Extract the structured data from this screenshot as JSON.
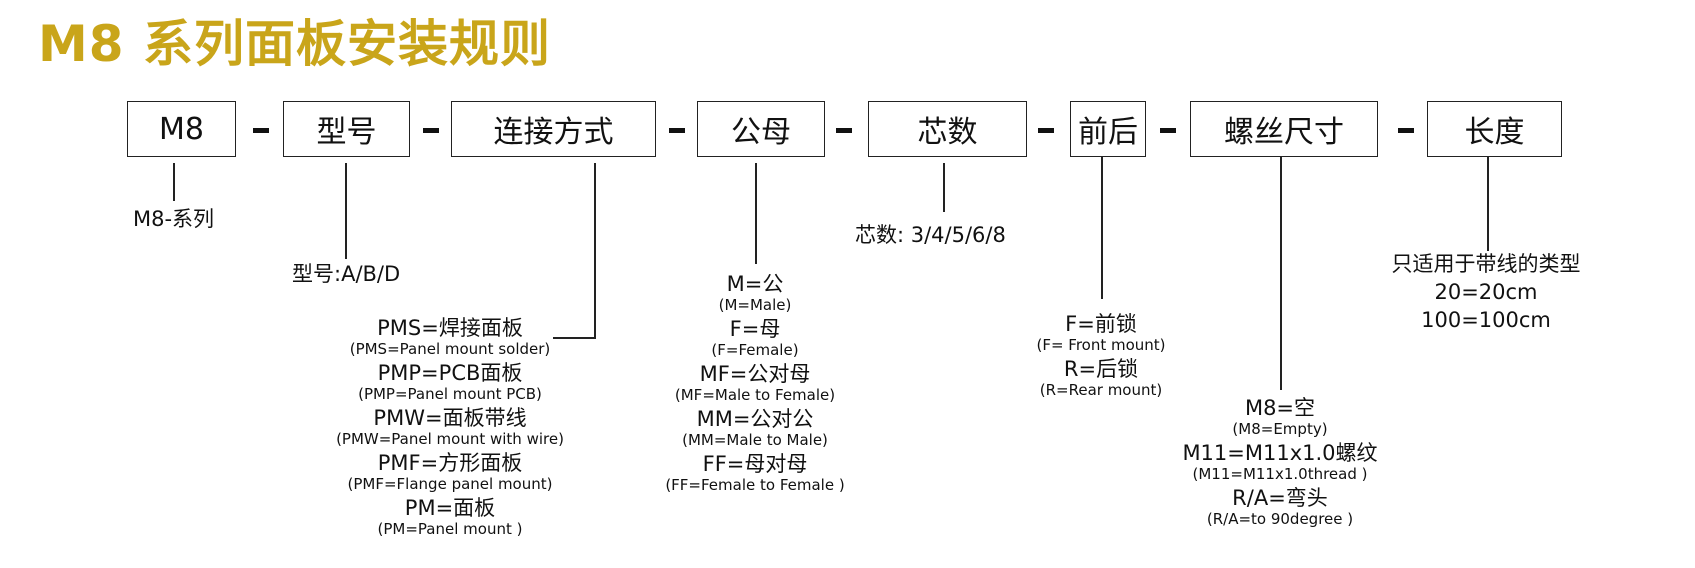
{
  "title": "M8 系列面板安装规则",
  "boxes": [
    "M8",
    "型号",
    "连接方式",
    "公母",
    "芯数",
    "前后",
    "螺丝尺寸",
    "长度"
  ],
  "dash": "-",
  "series_note": "M8-系列",
  "model_note": "型号:A/B/D",
  "core_note": "芯数: 3/4/5/6/8",
  "length_notes": [
    "只适用于带线的类型",
    "20=20cm",
    "100=100cm"
  ],
  "connection_options": [
    {
      "main": "PMS=焊接面板",
      "sub": "(PMS=Panel mount solder)"
    },
    {
      "main": "PMP=PCB面板",
      "sub": "(PMP=Panel mount PCB)"
    },
    {
      "main": "PMW=面板带线",
      "sub": "(PMW=Panel mount with wire)"
    },
    {
      "main": "PMF=方形面板",
      "sub": "(PMF=Flange panel mount)"
    },
    {
      "main": "PM=面板",
      "sub": "(PM=Panel mount )"
    }
  ],
  "gender_options": [
    {
      "main": "M=公",
      "sub": "(M=Male)"
    },
    {
      "main": "F=母",
      "sub": "(F=Female)"
    },
    {
      "main": "MF=公对母",
      "sub": "(MF=Male to Female)"
    },
    {
      "main": "MM=公对公",
      "sub": "(MM=Male to Male)"
    },
    {
      "main": "FF=母对母",
      "sub": "(FF=Female to Female )"
    }
  ],
  "mount_options": [
    {
      "main": "F=前锁",
      "sub": "(F= Front mount)"
    },
    {
      "main": "R=后锁",
      "sub": "(R=Rear mount)"
    }
  ],
  "screw_options": [
    {
      "main": "M8=空",
      "sub": "(M8=Empty)"
    },
    {
      "main": "M11=M11x1.0螺纹",
      "sub": "(M11=M11x1.0thread )"
    },
    {
      "main": "R/A=弯头",
      "sub": "(R/A=to 90degree )"
    }
  ]
}
